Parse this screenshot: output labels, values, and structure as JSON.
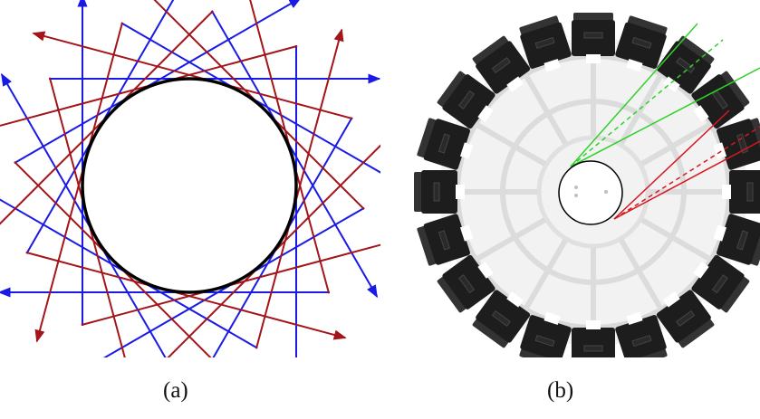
{
  "figure": {
    "panel_a": {
      "caption": "(a)",
      "diagram": {
        "tangent_arrows_per_color": 12,
        "colors": {
          "blue": "#1a1ae6",
          "red": "#a3151a",
          "circle": "#000000"
        }
      }
    },
    "panel_b": {
      "caption": "(b)",
      "photo": {
        "sensor_count": 20,
        "ray_colors": {
          "green": "#2fd12a",
          "red": "#d8161f",
          "inner_circle": "#000000"
        }
      }
    }
  }
}
